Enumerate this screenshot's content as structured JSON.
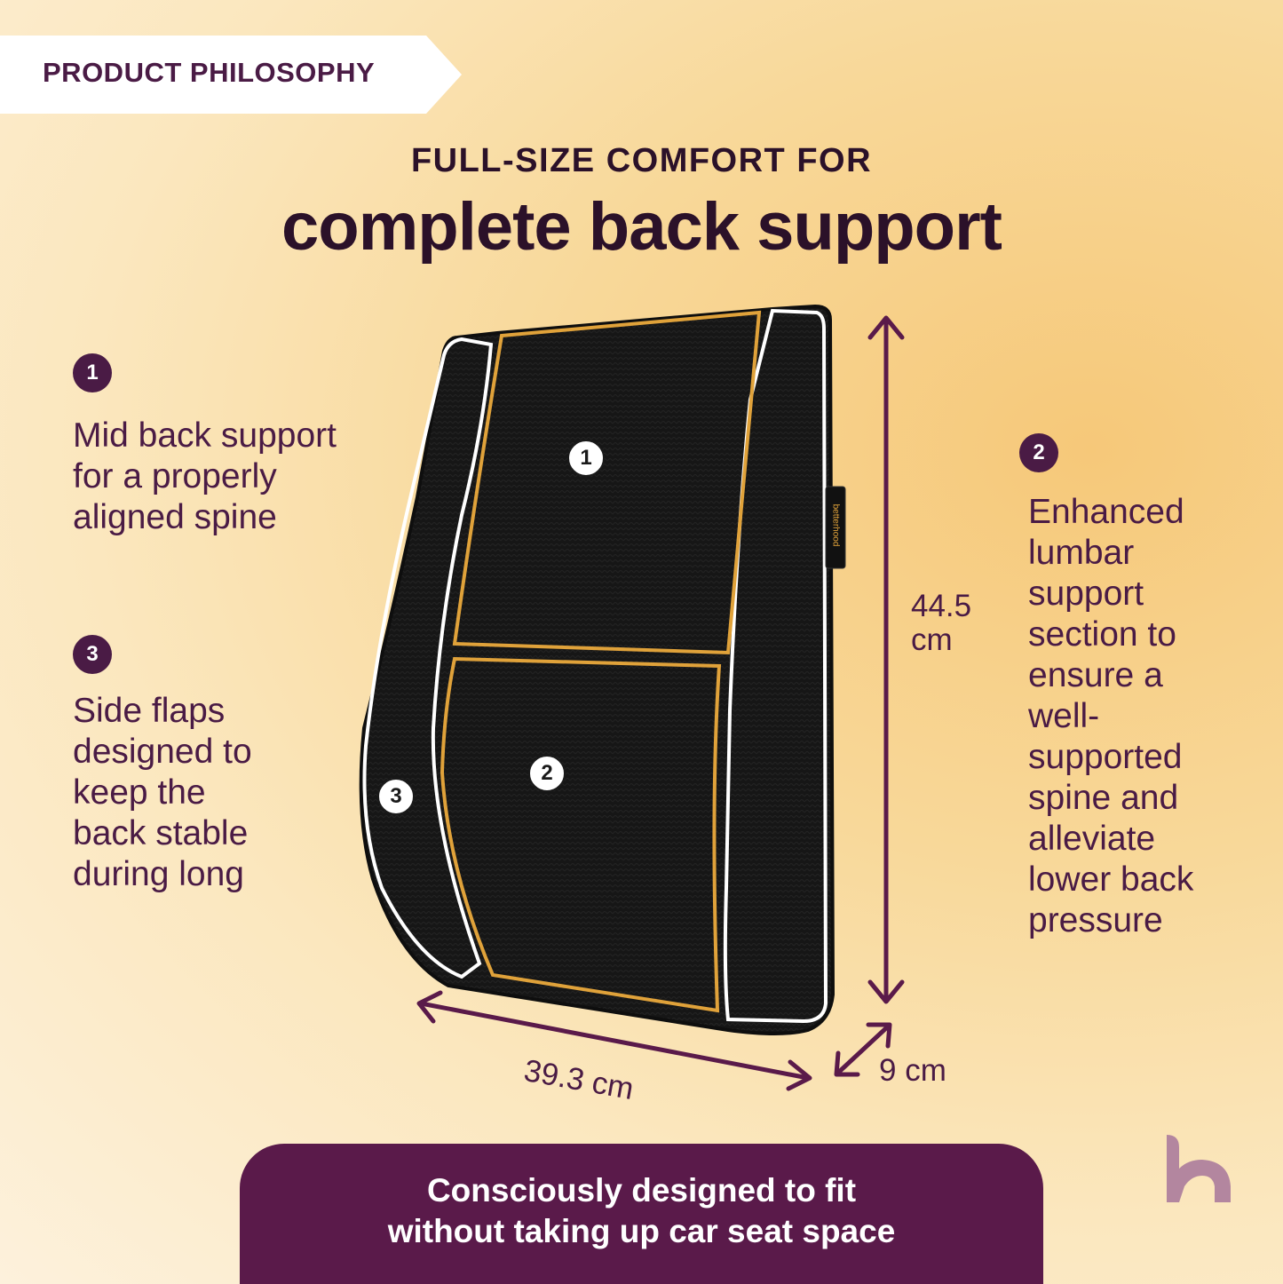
{
  "tag": {
    "label": "PRODUCT PHILOSOPHY"
  },
  "headline": {
    "small": "FULL-SIZE COMFORT FOR",
    "big": "complete back support"
  },
  "features": [
    {
      "number": "1",
      "text": "Mid back support for a properly aligned spine"
    },
    {
      "number": "2",
      "text": "Enhanced lumbar support section to ensure a well-supported spine and alleviate lower back pressure"
    },
    {
      "number": "3",
      "text": "Side flaps designed to keep the back stable during long"
    }
  ],
  "feature1_lines": [
    "Mid back support",
    "for a properly",
    "aligned spine"
  ],
  "feature2_lines": [
    "Enhanced",
    "lumbar",
    "support",
    "section to",
    "ensure a",
    "well-",
    "supported",
    "spine and",
    "alleviate",
    "lower back",
    "pressure"
  ],
  "feature3_lines": [
    "Side flaps",
    "designed to",
    "keep the",
    "back stable",
    "during long"
  ],
  "product": {
    "label_tag": "betterhood"
  },
  "markers": [
    "1",
    "2",
    "3"
  ],
  "dimensions": {
    "height_value": "44.5",
    "height_unit": "cm",
    "width": "39.3 cm",
    "depth": "9 cm"
  },
  "footer": {
    "line1": "Consciously designed to fit",
    "line2": "without taking up car seat space"
  },
  "colors": {
    "brand_plum": "#4a1b45",
    "footer_plum": "#5a1a4a",
    "gold_trim": "#e0a23a",
    "logo_mauve": "#b3869f"
  },
  "logo": {
    "icon": "betterhood-b-logo-icon"
  }
}
